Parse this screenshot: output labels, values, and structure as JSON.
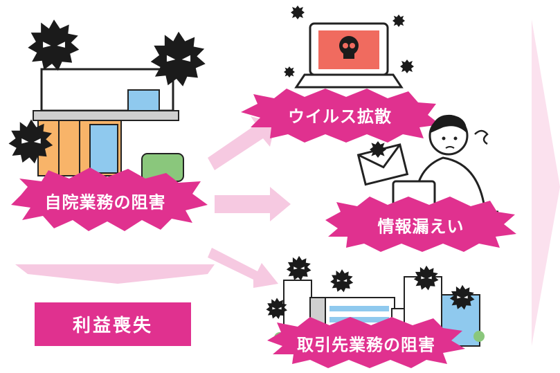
{
  "labels": {
    "own_clinic": "自院業務の阻害",
    "virus_spread": "ウイルス拡散",
    "info_leak": "情報漏えい",
    "partner_disruption": "取引先業務の阻害",
    "profit_loss": "利益喪失"
  },
  "colors": {
    "magenta": "#e0318f",
    "light_pink": "#f6c9e1",
    "virus_black": "#1b1b1b",
    "screen_red": "#f06b5f",
    "orange": "#f8b469",
    "blue": "#8fc9ee",
    "green": "#8ac77c"
  },
  "icons": [
    "virus-icon",
    "skull-icon",
    "laptop-icon",
    "envelope-icon",
    "worried-person-icon",
    "clinic-building-icon",
    "city-buildings-icon",
    "arrow-icon"
  ]
}
